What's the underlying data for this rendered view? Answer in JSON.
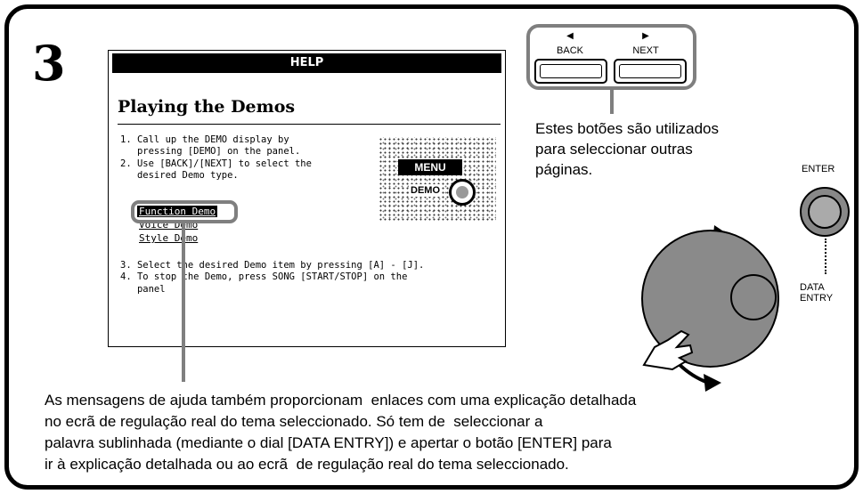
{
  "step": {
    "number": "3"
  },
  "screen": {
    "header": "HELP",
    "title": "Playing the Demos",
    "instructions_a": "1. Call up the DEMO display by\n   pressing [DEMO] on the panel.\n2. Use [BACK]/[NEXT] to select the\n   desired Demo type.",
    "links": [
      "Function Demo",
      "Voice Demo",
      "Style Demo"
    ],
    "selected_link_index": 0,
    "instructions_b": "3. Select the desired Demo item by pressing [A] - [J].\n4. To stop the Demo, press SONG [START/STOP] on the\n   panel",
    "panel_image": {
      "menu_label": "MENU",
      "demo_label": "DEMO"
    }
  },
  "buttons": {
    "back_label": "BACK",
    "next_label": "NEXT",
    "back_arrow": "◀",
    "next_arrow": "▶",
    "caption": "Estes botões são utilizados\npara seleccionar outras\npáginas."
  },
  "enter": {
    "label": "ENTER"
  },
  "data_entry": {
    "label": "DATA\nENTRY"
  },
  "footer": {
    "text": "As mensagens de ajuda também proporcionam  enlaces com uma explicação detalhada\nno ecrã de regulação real do tema seleccionado. Só tem de  seleccionar a\npalavra sublinhada (mediante o dial [DATA ENTRY]) e apertar o botão [ENTER] para\nir à explicação detalhada ou ao ecrã  de regulação real do tema seleccionado."
  },
  "colors": {
    "callout_gray": "#7f7f7f",
    "dial_gray": "#8a8a8a"
  }
}
